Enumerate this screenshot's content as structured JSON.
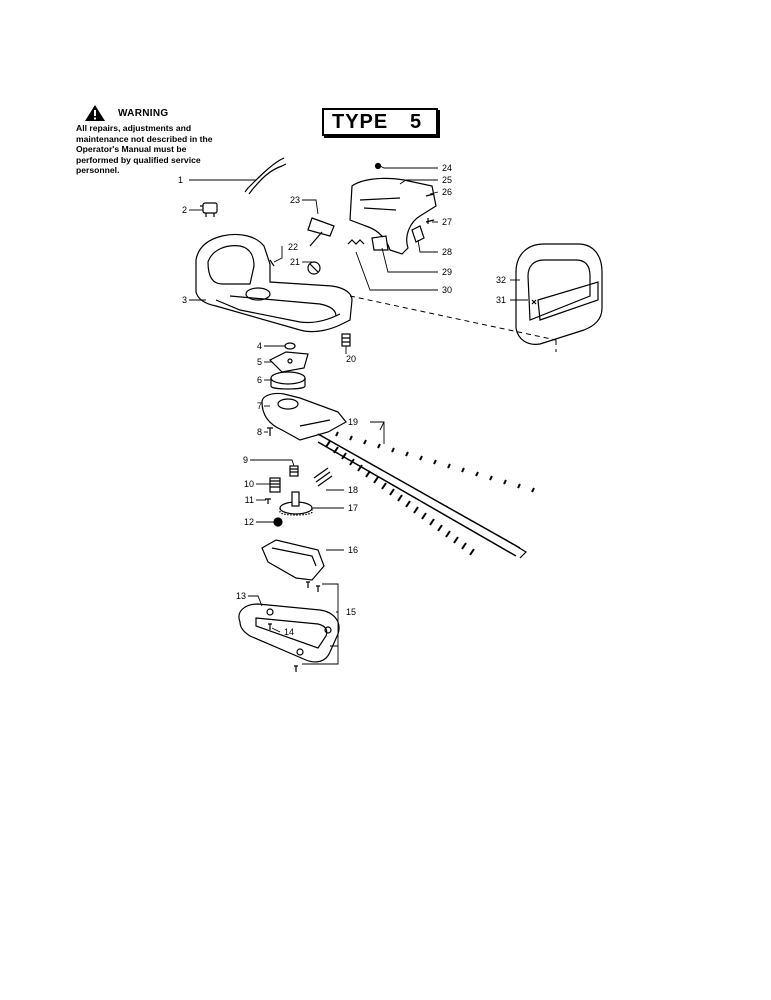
{
  "warning": {
    "title": "WARNING",
    "text": "All repairs, adjustments and maintenance not described in the Operator's Manual must be performed by qualified service personnel."
  },
  "type_box": {
    "label": "TYPE",
    "number": "5"
  },
  "callouts": [
    "1",
    "2",
    "3",
    "4",
    "5",
    "6",
    "7",
    "8",
    "9",
    "10",
    "11",
    "12",
    "13",
    "14",
    "15",
    "16",
    "17",
    "18",
    "19",
    "20",
    "21",
    "22",
    "23",
    "24",
    "25",
    "26",
    "27",
    "28",
    "29",
    "30",
    "31",
    "32"
  ]
}
